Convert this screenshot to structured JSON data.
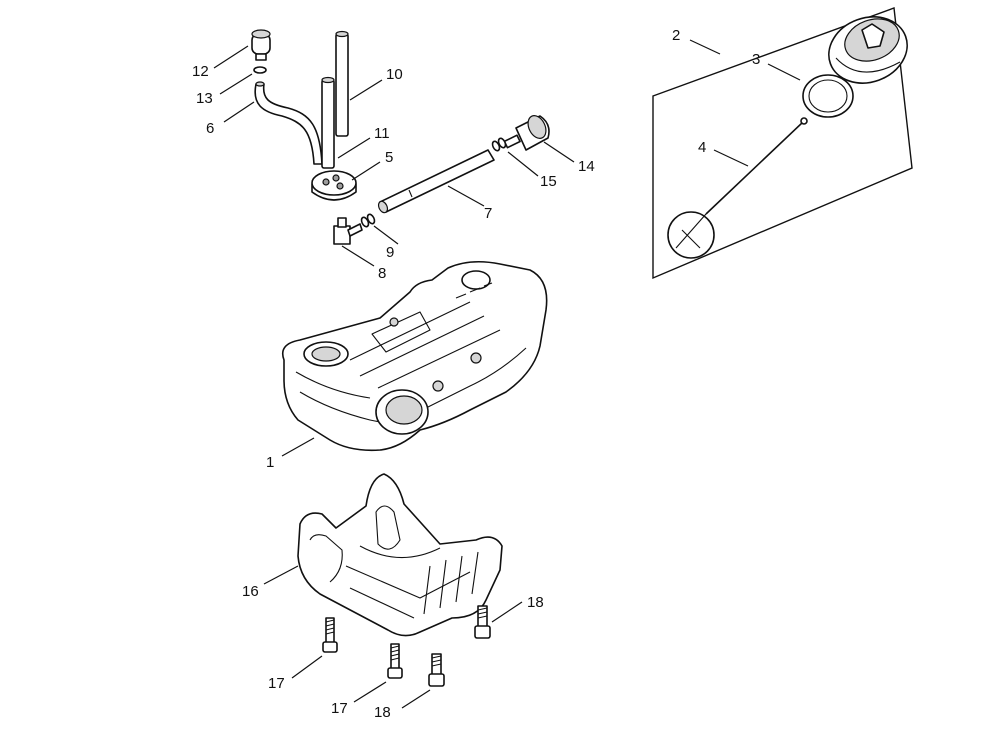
{
  "callouts": [
    {
      "id": "c1",
      "label": "1"
    },
    {
      "id": "c2",
      "label": "2"
    },
    {
      "id": "c3",
      "label": "3"
    },
    {
      "id": "c4",
      "label": "4"
    },
    {
      "id": "c5",
      "label": "5"
    },
    {
      "id": "c6",
      "label": "6"
    },
    {
      "id": "c7",
      "label": "7"
    },
    {
      "id": "c8",
      "label": "8"
    },
    {
      "id": "c9",
      "label": "9"
    },
    {
      "id": "c10",
      "label": "10"
    },
    {
      "id": "c11",
      "label": "11"
    },
    {
      "id": "c12",
      "label": "12"
    },
    {
      "id": "c13",
      "label": "13"
    },
    {
      "id": "c14",
      "label": "14"
    },
    {
      "id": "c15",
      "label": "15"
    },
    {
      "id": "c16",
      "label": "16"
    },
    {
      "id": "c17a",
      "label": "17"
    },
    {
      "id": "c17b",
      "label": "17"
    },
    {
      "id": "c18a",
      "label": "18"
    },
    {
      "id": "c18b",
      "label": "18"
    }
  ]
}
